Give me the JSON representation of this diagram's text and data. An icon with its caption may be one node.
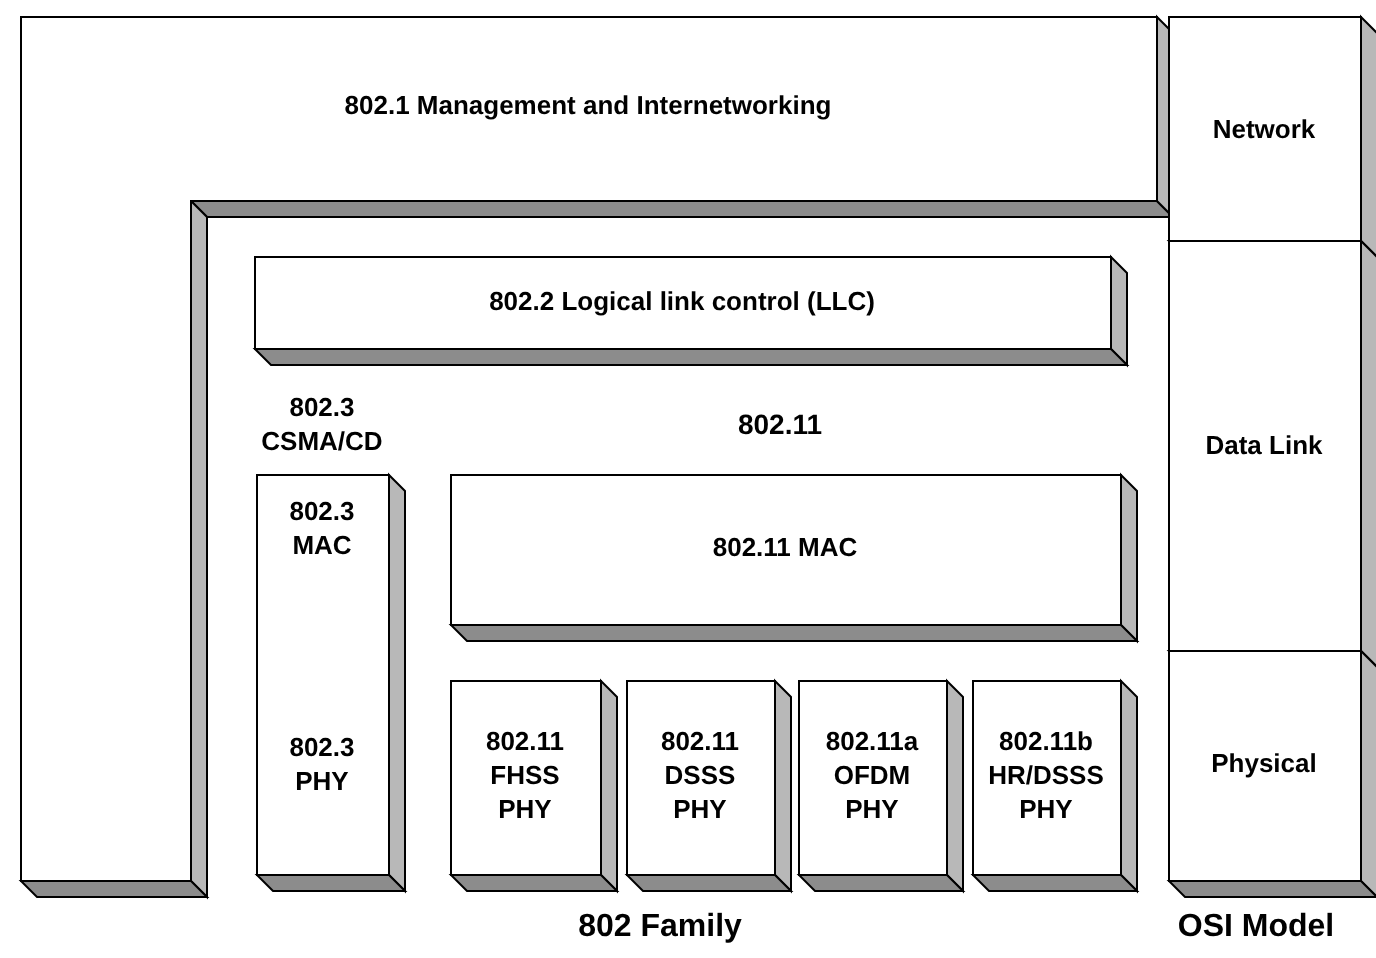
{
  "diagram": {
    "nodes": [
      {
        "text": [
          "802.1 Management and Internetworking"
        ]
      },
      {
        "text": [
          "802.2 Logical link control (LLC)"
        ]
      },
      {
        "text": [
          "802.3 CSMA/CD",
          "802.3 MAC",
          "802.3 PHY"
        ]
      },
      {
        "text": [
          "802.11 MAC"
        ]
      },
      {
        "text": [
          "802.11 FHSS PHY"
        ]
      },
      {
        "text": [
          "802.11 DSSS PHY"
        ]
      },
      {
        "text": [
          "802.11a OFDM PHY"
        ]
      },
      {
        "text": [
          "802.11b HR/DSSS PHY"
        ]
      },
      {
        "text": [
          "Network"
        ]
      },
      {
        "text": [
          "Data Link"
        ]
      },
      {
        "text": [
          "Physical"
        ]
      }
    ],
    "edges": [],
    "labels": [
      "802.11",
      "802 Family",
      "OSI Model"
    ]
  }
}
